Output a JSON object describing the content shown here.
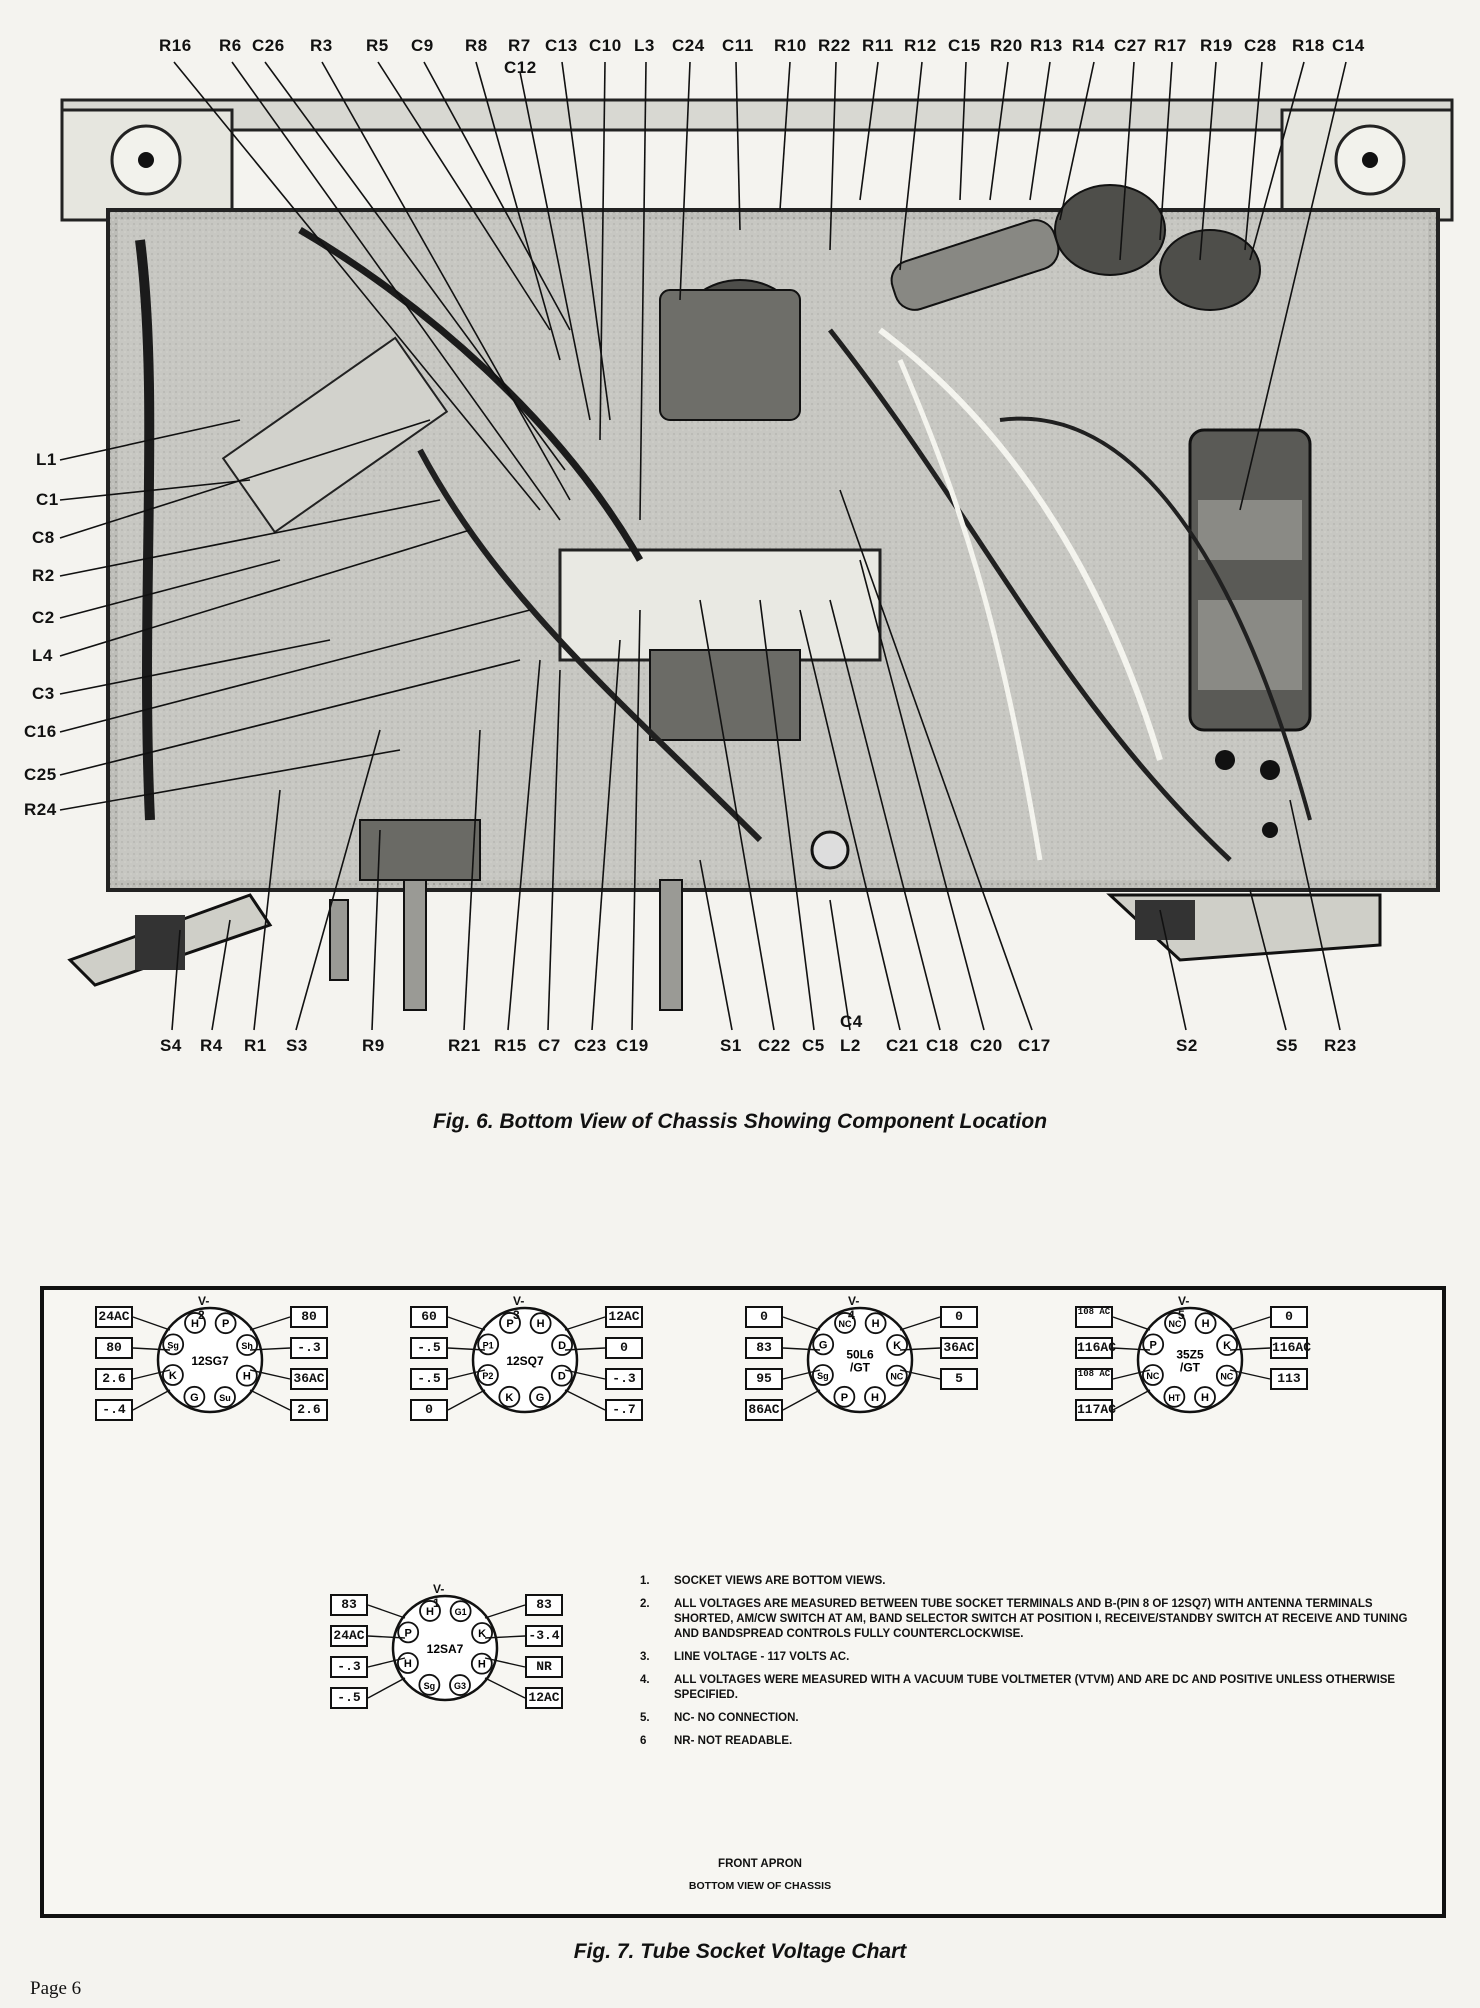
{
  "fig6": {
    "caption": "Fig. 6. Bottom View of Chassis Showing Component Location",
    "top_labels": [
      "R16",
      "R6",
      "C26",
      "R3",
      "R5",
      "C9",
      "R8",
      "R7",
      "C12",
      "C13",
      "C10",
      "L3",
      "C24",
      "C11",
      "R10",
      "R22",
      "R11",
      "R12",
      "C15",
      "R20",
      "R13",
      "R14",
      "C27",
      "R17",
      "R19",
      "C28",
      "R18",
      "C14"
    ],
    "left_labels": [
      "L1",
      "C1",
      "C8",
      "R2",
      "C2",
      "L4",
      "C3",
      "C16",
      "C25",
      "R24"
    ],
    "bottom_labels": [
      "S4",
      "R4",
      "R1",
      "S3",
      "R9",
      "R21",
      "R15",
      "C7",
      "C23",
      "C19",
      "S1",
      "C22",
      "C5",
      "C4",
      "L2",
      "C21",
      "C18",
      "C20",
      "C17",
      "S2",
      "S5",
      "R23"
    ]
  },
  "fig7": {
    "caption": "Fig. 7. Tube Socket Voltage Chart",
    "sockets": [
      {
        "id": "V-2",
        "tube": "12SG7",
        "left": [
          "24AC",
          "80",
          "2.6",
          "-.4"
        ],
        "right": [
          "80",
          "-.3",
          "36AC",
          "2.6"
        ],
        "pins": [
          "H",
          "P",
          "Sh",
          "H",
          "Su",
          "G",
          "K",
          "Sg"
        ]
      },
      {
        "id": "V-3",
        "tube": "12SQ7",
        "left": [
          "60",
          "-.5",
          "-.5",
          "0"
        ],
        "right": [
          "12AC",
          "0",
          "-.3",
          "-.7"
        ],
        "pins": [
          "P",
          "H",
          "D",
          "D",
          "G",
          "K",
          "P2",
          "P1"
        ]
      },
      {
        "id": "V-4",
        "tube": "50L6 /GT",
        "left": [
          "0",
          "83",
          "95",
          "86AC"
        ],
        "right": [
          "0",
          "36AC",
          "5"
        ],
        "pins": [
          "NC",
          "H",
          "K",
          "NC",
          "H",
          "P",
          "Sg",
          "G"
        ]
      },
      {
        "id": "V-5",
        "tube": "35Z5 /GT",
        "left": [
          "108 AC",
          "116AC",
          "108 AC",
          "117AC"
        ],
        "right": [
          "0",
          "116AC",
          "113"
        ],
        "pins": [
          "NC",
          "H",
          "K",
          "NC",
          "H",
          "HT",
          "NC",
          "P"
        ]
      },
      {
        "id": "V-1",
        "tube": "12SA7",
        "left": [
          "83",
          "24AC",
          "-.3",
          "-.5"
        ],
        "right": [
          "83",
          "-3.4",
          "NR",
          "12AC"
        ],
        "pins": [
          "H",
          "G1",
          "K",
          "H",
          "G3",
          "Sg",
          "H",
          "P"
        ]
      }
    ],
    "notes": [
      {
        "n": "1.",
        "text": "SOCKET VIEWS ARE BOTTOM VIEWS."
      },
      {
        "n": "2.",
        "text": "ALL VOLTAGES ARE MEASURED BETWEEN TUBE SOCKET TERMINALS AND B-(PIN 8 OF 12SQ7) WITH ANTENNA TERMINALS SHORTED, AM/CW SWITCH AT AM, BAND SELECTOR SWITCH AT POSITION I, RECEIVE/STANDBY SWITCH AT RECEIVE AND TUNING AND BANDSPREAD CONTROLS FULLY COUNTERCLOCKWISE."
      },
      {
        "n": "3.",
        "text": "LINE VOLTAGE - 117 VOLTS AC."
      },
      {
        "n": "4.",
        "text": "ALL VOLTAGES WERE MEASURED WITH A VACUUM TUBE VOLTMETER (VTVM) AND ARE DC AND POSITIVE UNLESS OTHERWISE SPECIFIED."
      },
      {
        "n": "5.",
        "text": "NC- NO CONNECTION."
      },
      {
        "n": "6",
        "text": "NR- NOT READABLE."
      }
    ],
    "front_apron": "FRONT APRON",
    "bottom_view": "BOTTOM VIEW OF CHASSIS"
  },
  "page_label": "Page 6"
}
